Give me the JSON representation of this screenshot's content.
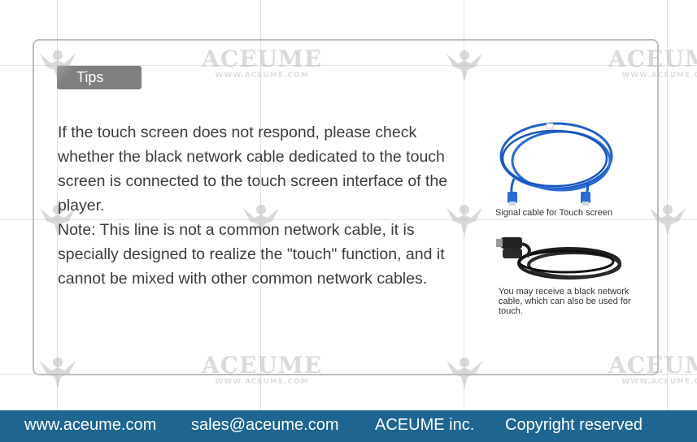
{
  "watermark": {
    "brand": "ACEUME",
    "url": "WWW.ACEUME.COM"
  },
  "tips_label": "Tips",
  "content": {
    "paragraph1": "If the touch screen does not respond, please check whether the black network cable dedicated to the touch screen is connected to the touch screen interface of the player.",
    "paragraph2": "Note: This line is not a common network cable, it is specially designed to realize the \"touch\" function, and it cannot be mixed with other common network cables."
  },
  "images": {
    "blue_cable_caption": "Signal cable for Touch screen",
    "black_cable_caption": "You may receive a black network cable, which can also be used for touch."
  },
  "footer": {
    "website": "www.aceume.com",
    "email": "sales@aceume.com",
    "company": "ACEUME inc.",
    "copyright": "Copyright reserved"
  },
  "colors": {
    "footer_bg": "#1f6591",
    "tab_bg": "#7f7f7f",
    "blue_cable": "#1f5fc9"
  }
}
